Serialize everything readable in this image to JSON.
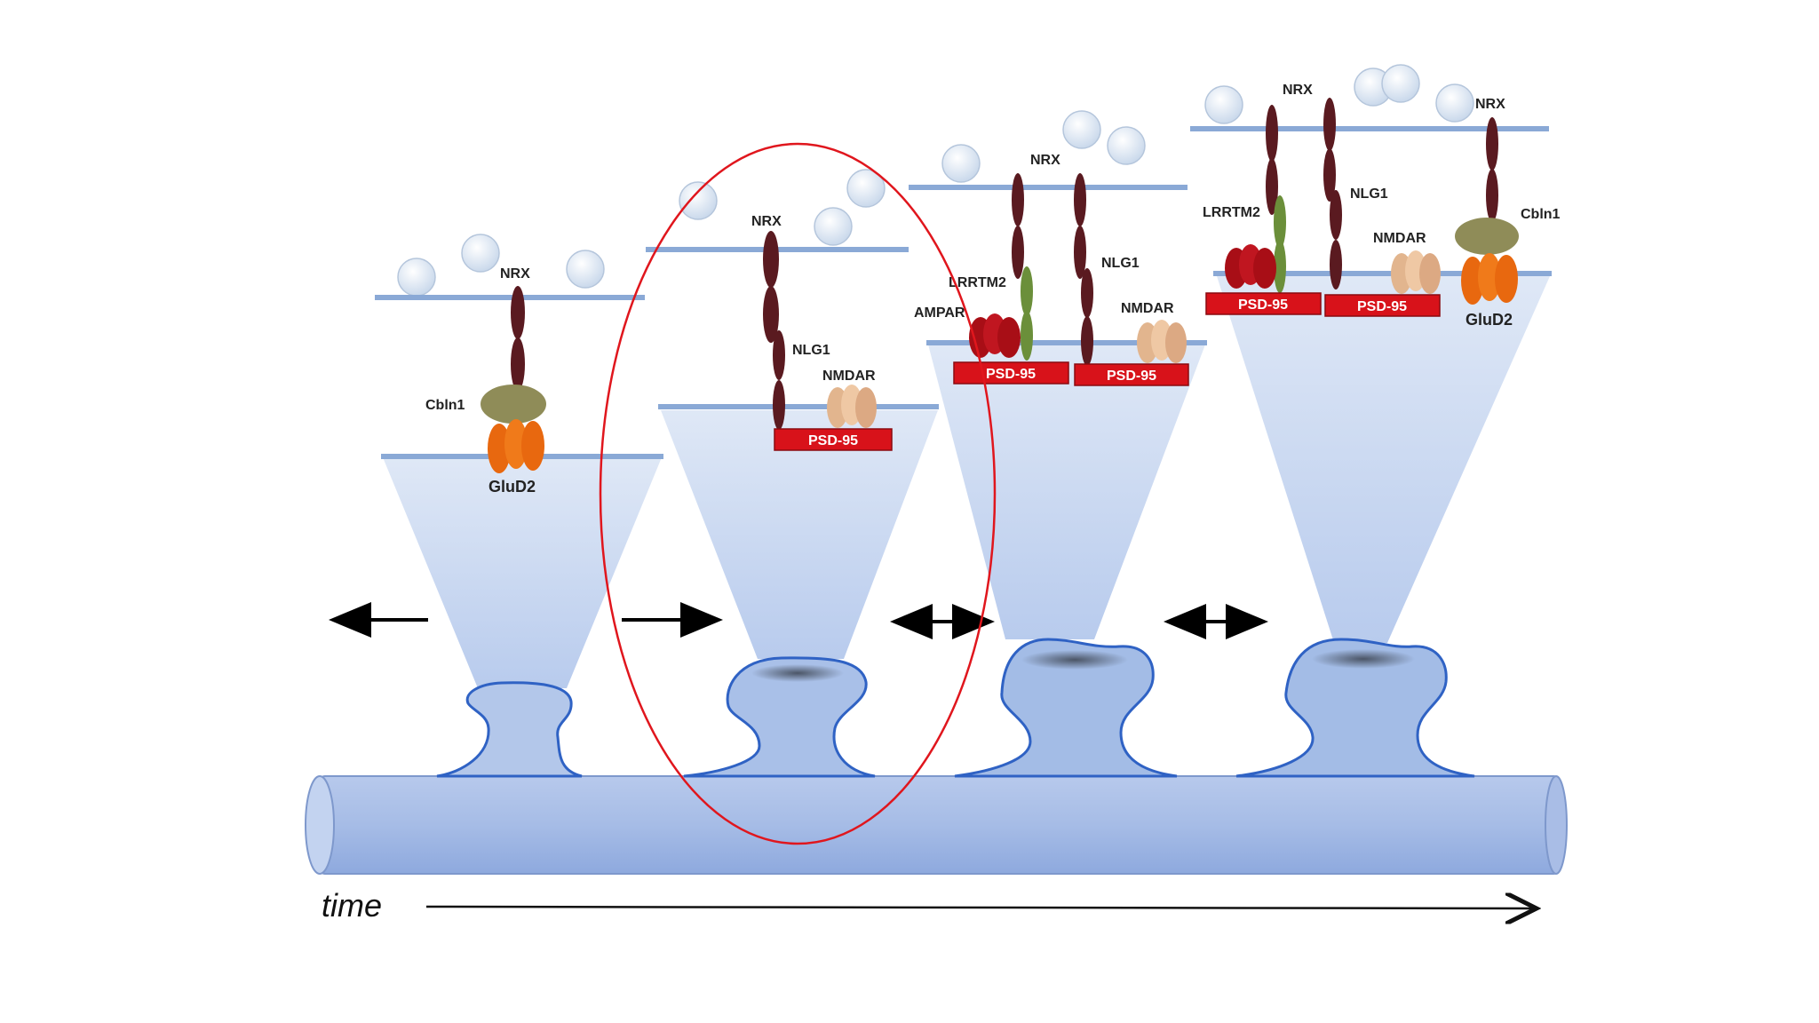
{
  "colors": {
    "membrane": "#7fa3d4",
    "cone": "#c9d8f0",
    "spine": "#9fb9e0",
    "spineOutline": "#2f62c4",
    "dendrite": "#98b2e2",
    "nrx": "#5a1a20",
    "nlg1": "#5a1a20",
    "lrrtm2": "#6b8f3a",
    "cbln1": "#8c8a5a",
    "glud2": "#e8680f",
    "nmdar": "#e2b58e",
    "ampar": "#b01018",
    "psd95": "#d8121a",
    "highlight": "#e0161d",
    "vesicle": "#dce8f5",
    "text": "#222222"
  },
  "stage1": {
    "nrx": "NRX",
    "cbln1": "Cbln1",
    "glud2": "GluD2"
  },
  "stage2": {
    "nrx": "NRX",
    "nlg1": "NLG1",
    "nmdar": "NMDAR",
    "psd95": "PSD-95"
  },
  "stage3": {
    "nrx": "NRX",
    "lrrtm2": "LRRTM2",
    "ampar": "AMPAR",
    "nlg1": "NLG1",
    "nmdar": "NMDAR",
    "psd95_a": "PSD-95",
    "psd95_b": "PSD-95"
  },
  "stage4": {
    "nrx_a": "NRX",
    "nrx_b": "NRX",
    "lrrtm2": "LRRTM2",
    "nlg1": "NLG1",
    "nmdar": "NMDAR",
    "cbln1": "Cbln1",
    "glud2": "GluD2",
    "psd95_a": "PSD-95",
    "psd95_b": "PSD-95"
  },
  "axis": {
    "time": "time"
  }
}
